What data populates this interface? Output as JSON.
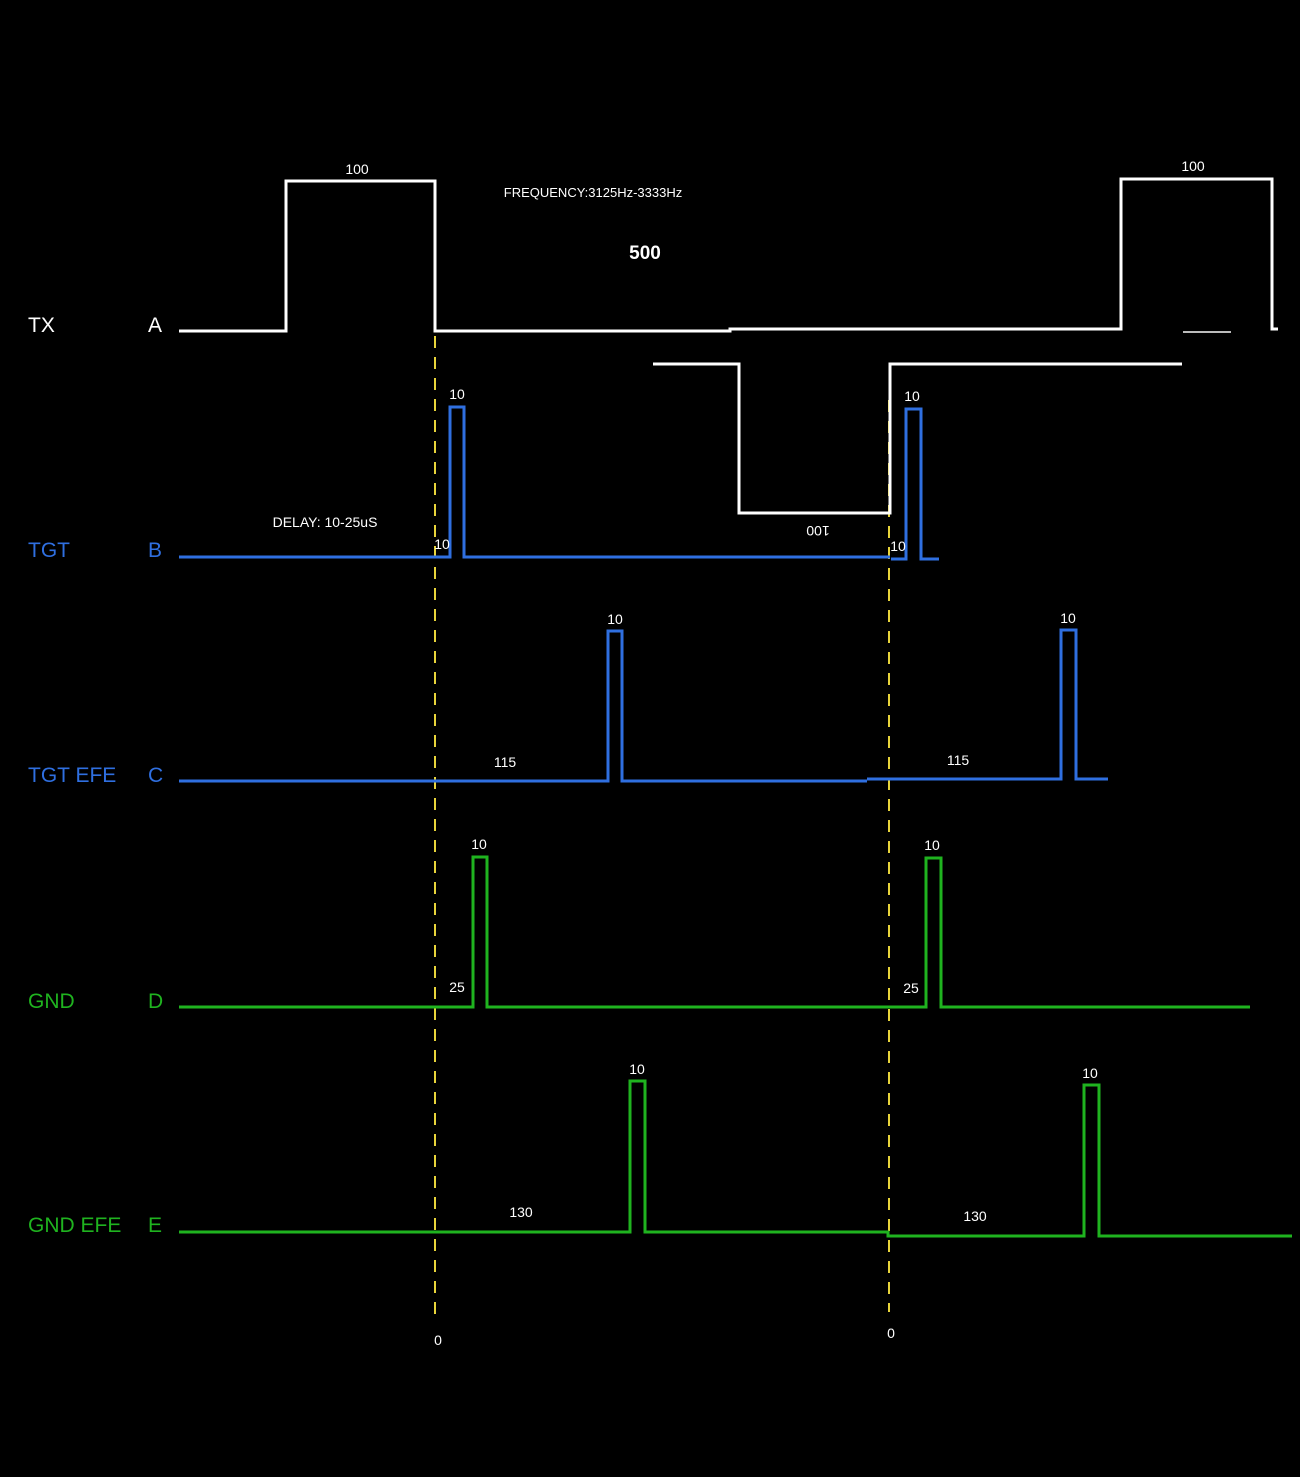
{
  "signals": [
    {
      "name": "TX",
      "channel": "A",
      "color": "#ffffff"
    },
    {
      "name": "TGT",
      "channel": "B",
      "color": "#2f6fe0"
    },
    {
      "name": "TGT EFE",
      "channel": "C",
      "color": "#2f6fe0"
    },
    {
      "name": "GND",
      "channel": "D",
      "color": "#1fb31f"
    },
    {
      "name": "GND EFE",
      "channel": "E",
      "color": "#1fb31f"
    }
  ],
  "annotations": {
    "frequency": "FREQUENCY:3125Hz-3333Hz",
    "period": "500",
    "delay": "DELAY: 10-25uS",
    "tx_width_1": "100",
    "tx_width_2": "100",
    "tx_inverted_width": "100",
    "tgt_width_1": "10",
    "tgt_width_2": "10",
    "tgt_delay_1": "10",
    "tgt_delay_2": "10",
    "tgt_efe_width_1": "10",
    "tgt_efe_width_2": "10",
    "tgt_efe_delay_1": "115",
    "tgt_efe_delay_2": "115",
    "gnd_width_1": "10",
    "gnd_width_2": "10",
    "gnd_delay_1": "25",
    "gnd_delay_2": "25",
    "gnd_efe_width_1": "10",
    "gnd_efe_width_2": "10",
    "gnd_efe_delay_1": "130",
    "gnd_efe_delay_2": "130",
    "origin_1": "0",
    "origin_2": "0"
  },
  "colors": {
    "background": "#000000",
    "marker": "#e8d43a"
  }
}
